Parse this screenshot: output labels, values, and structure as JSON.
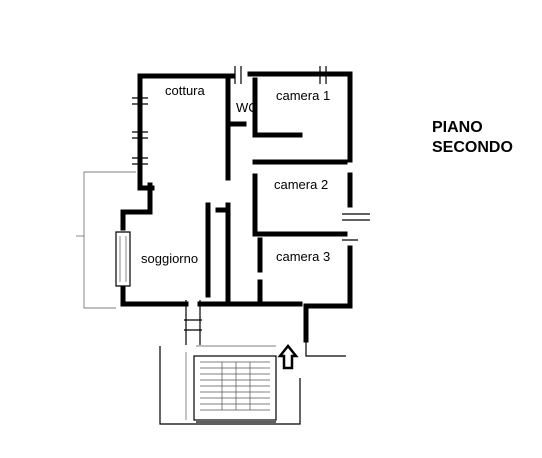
{
  "title": {
    "line1": "PIANO",
    "line2": "SECONDO"
  },
  "rooms": {
    "cottura": "cottura",
    "wc": "WC",
    "camera1": "camera 1",
    "camera2": "camera 2",
    "camera3": "camera 3",
    "soggiorno": "soggiorno"
  },
  "icons": {
    "entrance": "entrance-arrow-icon",
    "stairs": "stairs-icon"
  },
  "colors": {
    "wall": "#000000",
    "background": "#ffffff"
  }
}
